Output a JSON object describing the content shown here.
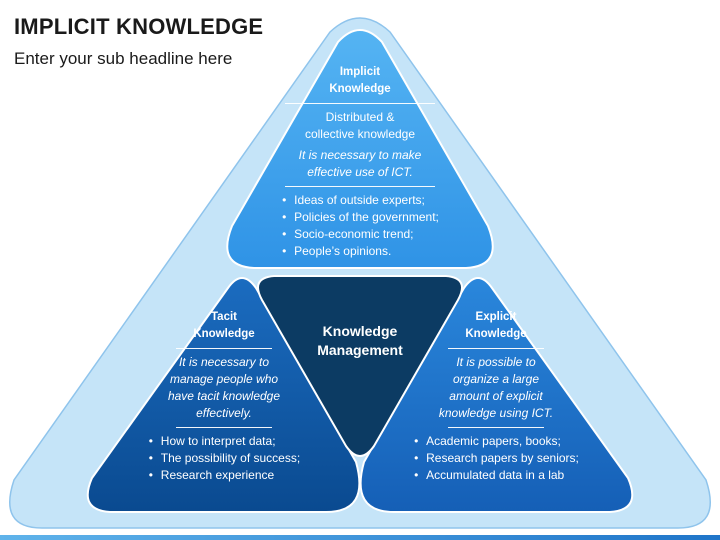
{
  "title": "IMPLICIT KNOWLEDGE",
  "subtitle": "Enter your sub headline here",
  "center": {
    "line1": "Knowledge",
    "line2": "Management"
  },
  "top": {
    "heading_line1": "Implicit",
    "heading_line2": "Knowledge",
    "desc_line1": "Distributed &",
    "desc_line2": "collective knowledge",
    "note_line1": "It is necessary to make",
    "note_line2": "effective use of ICT.",
    "bullets": [
      "Ideas of outside experts;",
      "Policies of the government;",
      "Socio-economic trend;",
      "People’s opinions."
    ]
  },
  "left": {
    "heading_line1": "Tacit",
    "heading_line2": "Knowledge",
    "note_lines": [
      "It is necessary to",
      "manage people who",
      "have tacit knowledge",
      "effectively."
    ],
    "bullets": [
      "How to interpret data;",
      "The possibility of success;",
      "Research experience"
    ]
  },
  "right": {
    "heading_line1": "Explicit",
    "heading_line2": "Knowledge",
    "note_lines": [
      "It is possible to",
      "organize a large",
      "amount of explicit",
      "knowledge using ICT."
    ],
    "bullets": [
      "Academic papers, books;",
      "Research papers by seniors;",
      "Accumulated data in a lab"
    ]
  },
  "colors": {
    "outer": "#c5e4f8",
    "top_panel": "#42a5ee",
    "left_panel": "#0a4f9a",
    "right_panel": "#1b74d2",
    "center_panel": "#0c3b63"
  }
}
